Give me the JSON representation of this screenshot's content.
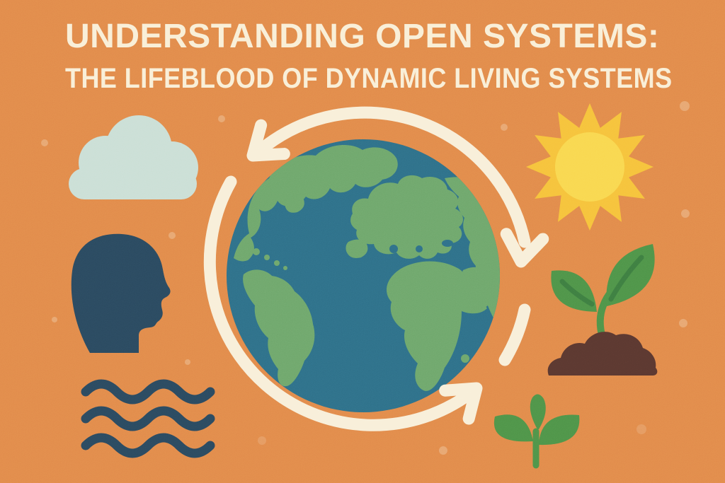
{
  "title": {
    "line1": "UNDERSTANDING OPEN SYSTEMS:",
    "line2": "THE LIFEBLOOD OF DYNAMIC LIVING SYSTEMS"
  },
  "illustration": {
    "center": "earth-globe surrounded by circular cycle arrows",
    "icons": [
      {
        "name": "cloud-icon",
        "position": "upper-left"
      },
      {
        "name": "human-head-icon",
        "position": "middle-left"
      },
      {
        "name": "water-waves-icon",
        "position": "lower-left"
      },
      {
        "name": "earth-globe",
        "position": "center"
      },
      {
        "name": "cycle-arrows-icon",
        "position": "ring around globe"
      },
      {
        "name": "sun-icon",
        "position": "upper-right"
      },
      {
        "name": "seedling-icon",
        "position": "middle-right"
      },
      {
        "name": "sprig-icon",
        "position": "lower-right"
      }
    ]
  },
  "colors": {
    "background": "#E28B4B",
    "title_text": "#F9EFD7",
    "arrow_cream": "#F8EFD9",
    "ocean_blue": "#2F7089",
    "land_green": "#6FA76C",
    "navy": "#2B4A60",
    "cloud": "#CBDFD6",
    "sun_rays": "#F6C33C",
    "sun_core": "#F9D850",
    "leaf_green": "#4F9449",
    "leaf_vein": "#3E7E41",
    "soil_brown": "#5B3830"
  }
}
